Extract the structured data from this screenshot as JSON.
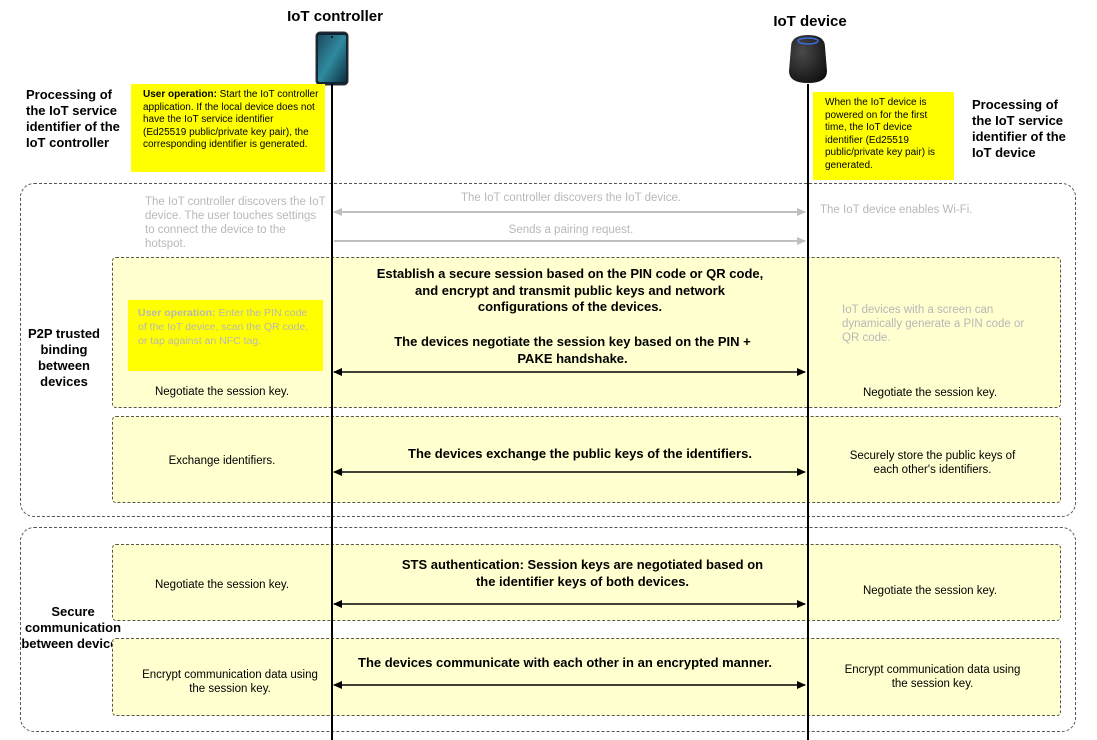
{
  "controller": {
    "title": "IoT controller",
    "icon": "smartphone-icon"
  },
  "device": {
    "title": "IoT device",
    "icon": "smart-speaker-icon"
  },
  "left_heading": "Processing of the IoT service identifier of the IoT controller",
  "right_heading": "Processing of the IoT service identifier of the IoT device",
  "controller_note": {
    "label": "User operation:",
    "text": " Start the IoT controller application. If the local device does not have the IoT service identifier (Ed25519 public/private key pair), the corresponding identifier is generated."
  },
  "device_note": "When the IoT device is powered on for the first time, the IoT device identifier (Ed25519 public/private key pair) is generated.",
  "p2p": {
    "label": "P2P trusted binding between devices",
    "discover_left": "The IoT controller discovers the IoT device. The user touches settings to connect the device to the hotspot.",
    "discover_msg": "The IoT controller discovers the IoT device.",
    "wifi_right": "The IoT device enables Wi-Fi.",
    "pairing_msg": "Sends a pairing request.",
    "session": {
      "msg1": "Establish a secure session based on the PIN code or QR code, and encrypt and transmit public keys and network configurations of the devices.",
      "msg2": "The devices negotiate the session key based on the PIN + PAKE handshake.",
      "user_label": "User operation:",
      "user_text": " Enter the PIN code of the IoT device, scan the QR code, or tap against an NFC tag.",
      "right_info": "IoT devices with a screen can dynamically generate a PIN code or QR code.",
      "left_caption": "Negotiate the session key.",
      "right_caption": "Negotiate the session key."
    },
    "exchange": {
      "left": "Exchange identifiers.",
      "msg": "The devices exchange the public keys of the identifiers.",
      "right": "Securely store the public keys of each other's identifiers."
    }
  },
  "secure": {
    "label": "Secure communication between devices",
    "sts": {
      "left": "Negotiate the session key.",
      "msg": "STS authentication: Session keys are negotiated based on the identifier keys of both devices.",
      "right": "Negotiate the session key."
    },
    "encrypt": {
      "left": "Encrypt communication data using the session key.",
      "msg": "The devices communicate with each other in an encrypted manner.",
      "right": "Encrypt communication data using the session key."
    }
  },
  "colors": {
    "note": "#ffff00",
    "panel": "#ffffd0",
    "grey_text": "#b8b8b8",
    "grey_arrow": "#bfbfbf"
  }
}
